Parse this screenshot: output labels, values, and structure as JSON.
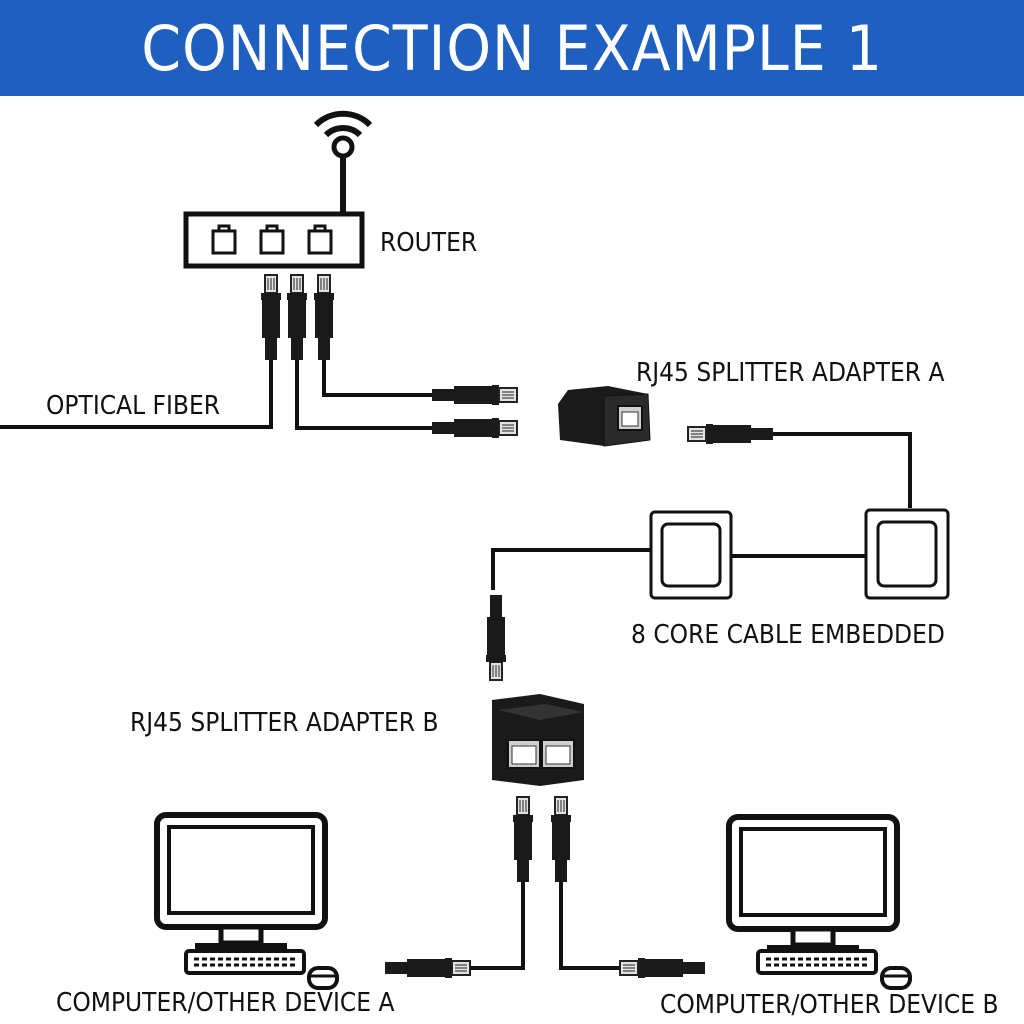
{
  "header": {
    "title": "CONNECTION EXAMPLE 1",
    "background": "#1f5fbf"
  },
  "labels": {
    "router": "ROUTER",
    "optical_fiber": "OPTICAL FIBER",
    "splitter_a": "RJ45 SPLITTER ADAPTER A",
    "cable": "8 CORE CABLE EMBEDDED",
    "splitter_b": "RJ45 SPLITTER ADAPTER B",
    "device_a": "COMPUTER/OTHER DEVICE A",
    "device_b": "COMPUTER/OTHER DEVICE B"
  },
  "icons": [
    "wifi-icon",
    "router-icon",
    "rj45-plug-icon",
    "splitter-adapter-icon",
    "wall-socket-icon",
    "computer-icon",
    "keyboard-icon",
    "mouse-icon"
  ],
  "colors": {
    "line": "#111111",
    "plug_body": "#1a1a1a",
    "plug_tip": "#d8d8d8"
  }
}
